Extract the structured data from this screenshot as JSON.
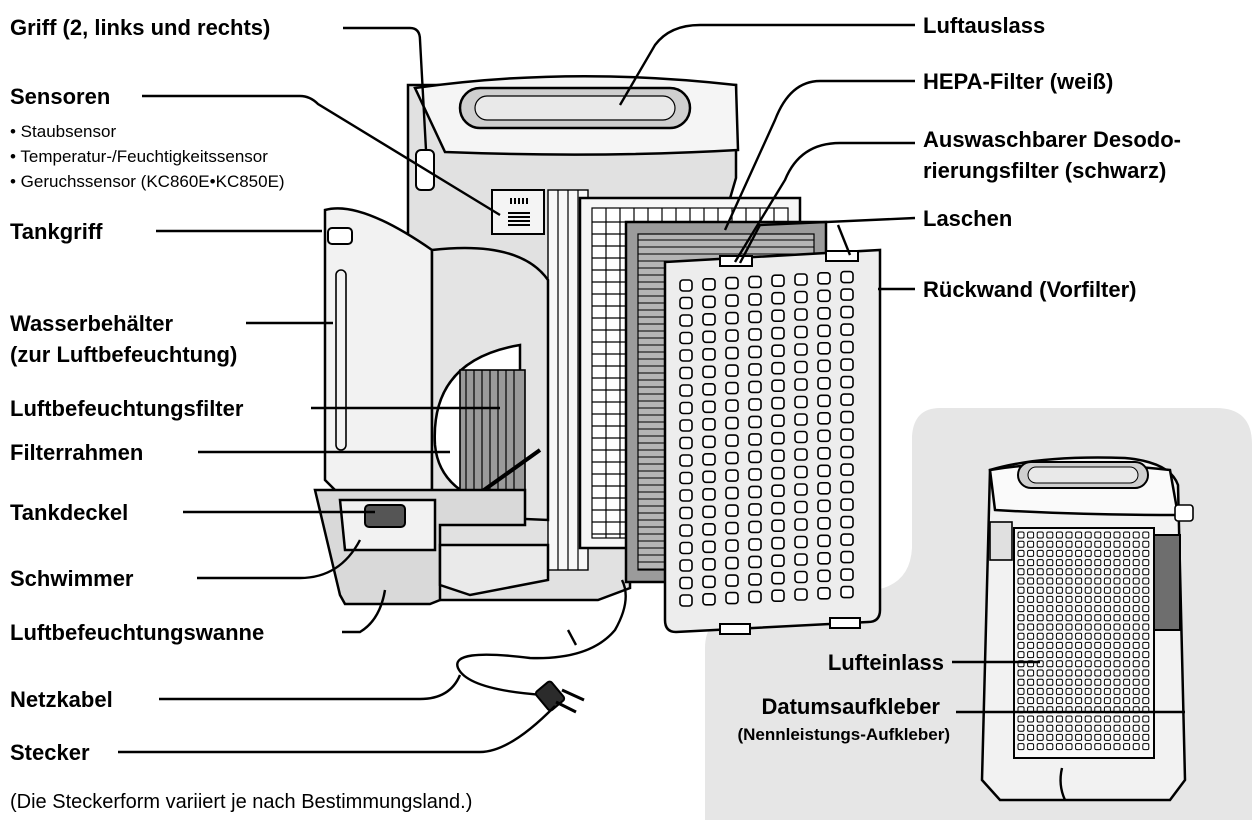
{
  "main_unit": {
    "labels": {
      "griff": "Griff (2, links und rechts)",
      "sensoren": "Sensoren",
      "tankgriff": "Tankgriff",
      "wasserbehaelter_1": "Wasserbehälter",
      "wasserbehaelter_2": "(zur Luftbefeuchtung)",
      "luftbefeuchtungsfilter": "Luftbefeuchtungsfilter",
      "filterrahmen": "Filterrahmen",
      "tankdeckel": "Tankdeckel",
      "schwimmer": "Schwimmer",
      "luftbefeuchtungswanne": "Luftbefeuchtungswanne",
      "netzkabel": "Netzkabel",
      "stecker": "Stecker",
      "luftauslass": "Luftauslass",
      "hepa_filter": "HEPA-Filter (weiß)",
      "desodo_1": "Auswaschbarer Desodo-",
      "desodo_2": "rierungsfilter (schwarz)",
      "laschen": "Laschen",
      "rueckwand": "Rückwand (Vorfilter)"
    },
    "sensor_list": [
      "• Staubsensor",
      "• Temperatur-/Feuchtigkeitssensor",
      "• Geruchssensor (KC860E•KC850E)"
    ]
  },
  "inset": {
    "labels": {
      "lufteinlass": "Lufteinlass",
      "datum_1": "Datumsaufkleber",
      "datum_2": "(Nennleistungs-Aufkleber)"
    }
  },
  "footnote": "(Die Steckerform variiert je nach Bestimmungsland.)",
  "colors": {
    "outline": "#000000",
    "inset_background": "#e6e6e6",
    "body_light": "#f4f4f4",
    "body_mid": "#dedede",
    "body_dark": "#bdbdbd",
    "filter_dark": "#8a8a8a"
  }
}
